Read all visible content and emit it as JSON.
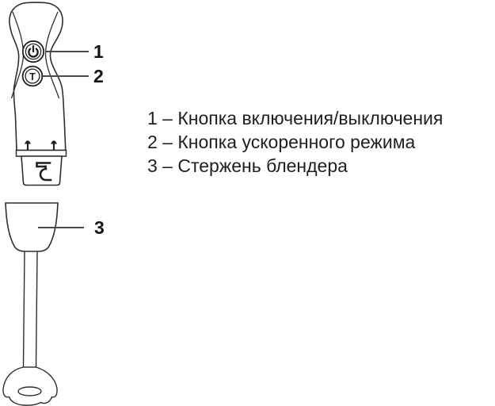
{
  "diagram": {
    "subject": "hand-blender",
    "callouts": {
      "power_button": "1",
      "turbo_button": "2",
      "blender_shaft": "3"
    },
    "buttons": {
      "turbo_label": "T"
    }
  },
  "legend": {
    "items": [
      "1 – Кнопка включения/выключения",
      "2 – Кнопка ускоренного режима",
      "3 – Стержень блендера"
    ]
  },
  "colors": {
    "background": "#ffffff",
    "outline": "#2e2e2e",
    "leader_line": "#4a4a4a",
    "callout_text": "#141414",
    "legend_text": "#1f1f1f"
  }
}
